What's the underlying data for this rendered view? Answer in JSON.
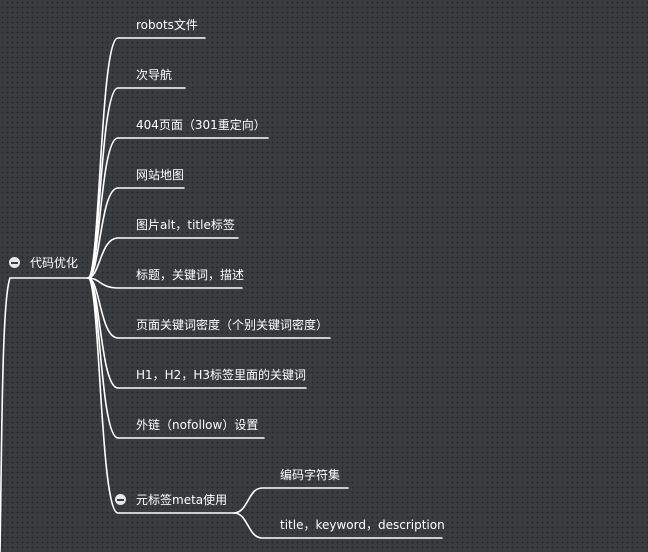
{
  "mindmap": {
    "root": {
      "label": "代码优化",
      "toggle_icon": "collapse-minus-icon"
    },
    "branches": [
      {
        "label": "robots文件"
      },
      {
        "label": "次导航"
      },
      {
        "label": "404页面（301重定向）"
      },
      {
        "label": "网站地图"
      },
      {
        "label": "图片alt，title标签"
      },
      {
        "label": "标题，关键词，描述"
      },
      {
        "label": "页面关键词密度（个别关键词密度）"
      },
      {
        "label": "H1，H2，H3标签里面的关键词"
      },
      {
        "label": "外链（nofollow）设置"
      },
      {
        "label": "元标签meta使用",
        "toggle_icon": "collapse-minus-icon",
        "children": [
          {
            "label": "编码字符集"
          },
          {
            "label": "title，keyword，description"
          }
        ]
      }
    ],
    "line_color": "#ffffff",
    "background_color": "#3a3d40"
  }
}
